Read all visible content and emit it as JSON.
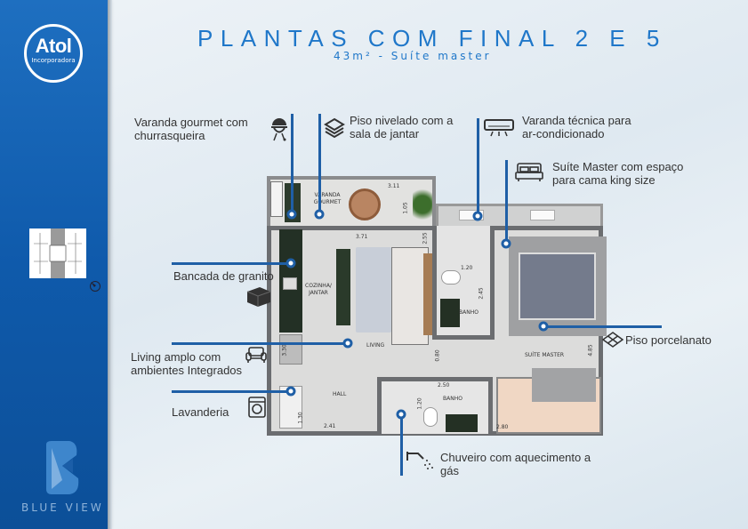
{
  "header": {
    "title": "PLANTAS COM FINAL 2 E 5",
    "subtitle": "43m² - Suíte master"
  },
  "sidebar": {
    "logo_name": "Atol",
    "logo_sub": "Incorporadora",
    "brand": "BLUE VIEW"
  },
  "colors": {
    "accent": "#1f5fa6",
    "sidebar": "#1363b3",
    "title": "#1f77c9"
  },
  "callouts": [
    {
      "text": [
        "Varanda gourmet com",
        "churrasqueira"
      ],
      "icon": "grill-icon"
    },
    {
      "text": [
        "Piso nivelado com a",
        "sala de jantar"
      ],
      "icon": "layers-icon"
    },
    {
      "text": [
        "Varanda técnica para",
        "ar-condicionado"
      ],
      "icon": "air-conditioner-icon"
    },
    {
      "text": [
        "Suíte Master com espaço",
        "para cama king size"
      ],
      "icon": "bed-icon"
    },
    {
      "text": [
        "Bancada de granito"
      ],
      "icon": "granite-block-icon"
    },
    {
      "text": [
        "Living amplo com",
        "ambientes Integrados"
      ],
      "icon": "sofa-icon"
    },
    {
      "text": [
        "Lavanderia"
      ],
      "icon": "washing-machine-icon"
    },
    {
      "text": [
        "Piso porcelanato"
      ],
      "icon": "tiles-icon"
    },
    {
      "text": [
        "Chuveiro com aquecimento a",
        "gás"
      ],
      "icon": "shower-icon"
    }
  ],
  "plan": {
    "rooms": {
      "varanda": "VARANDA GOURMET",
      "cozinha": "COZINHA/ JANTAR",
      "living": "LIVING",
      "banho1": "BANHO",
      "banho2": "BANHO",
      "suite": "SUÍTE MASTER",
      "hall": "HALL"
    },
    "dims": {
      "d1": "3.11",
      "d2": "1.05",
      "d3": "3.71",
      "d4": "2.55",
      "d5": "1.20",
      "d6": "2.45",
      "d7": "0.80",
      "d8": "4.85",
      "d9": "2.50",
      "d10": "1.20",
      "d11": "3.30",
      "d12": "1.30",
      "d13": "2.41",
      "d14": "2.80"
    }
  }
}
